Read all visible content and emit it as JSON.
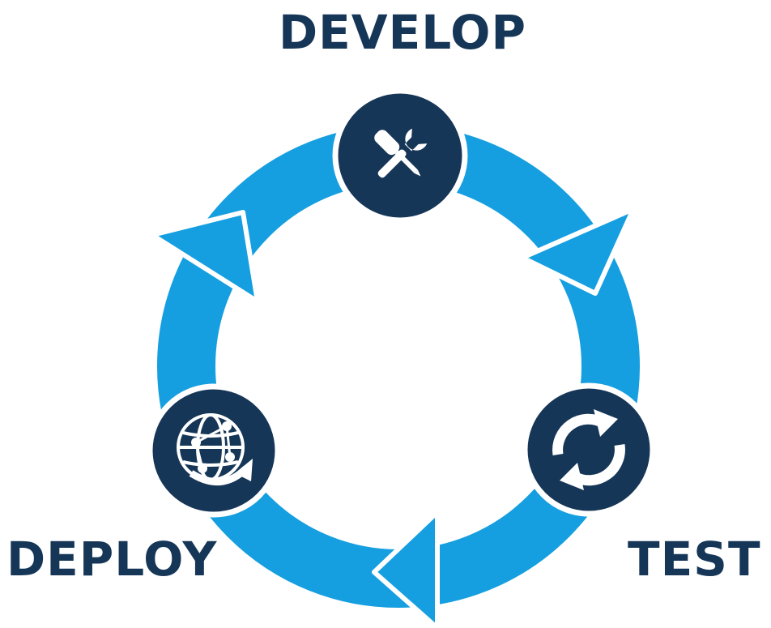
{
  "diagram": {
    "stages": [
      {
        "id": "develop",
        "label": "DEVELOP",
        "icon": "wrench-screwdriver-icon"
      },
      {
        "id": "test",
        "label": "TEST",
        "icon": "refresh-arrows-icon"
      },
      {
        "id": "deploy",
        "label": "DEPLOY",
        "icon": "globe-network-icon"
      }
    ],
    "colors": {
      "ring": "#159fe0",
      "node": "#163657",
      "label": "#163657",
      "node_border": "#ffffff"
    }
  }
}
